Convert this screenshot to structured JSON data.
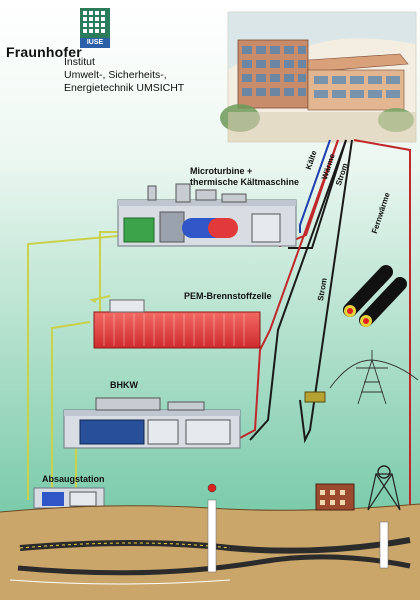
{
  "header": {
    "brand": "Fraunhofer",
    "institute_line1": "Institut",
    "institute_line2": "Umwelt-, Sicherheits-,",
    "institute_line3": "Energietechnik UMSICHT",
    "logo_text": "IUSE"
  },
  "components": {
    "microturbine_line1": "Microturbine +",
    "microturbine_line2": "thermische Kältmaschine",
    "fuelcell": "PEM-Brennstoffzelle",
    "bhkw": "BHKW",
    "absaug": "Absaugstation"
  },
  "lines": {
    "kaelte": "Kälte",
    "waerme": "Wärme",
    "strom_top": "Strom",
    "strom_mid": "Strom",
    "fernwaerme": "Fernwärme"
  },
  "colors": {
    "sky_top": "#ffffff",
    "sky_bottom": "#5fc09a",
    "gas_line": "#c9d24a",
    "kaelte_line": "#1f3fb0",
    "waerme_line": "#c0282c",
    "strom_line": "#1a1a1a",
    "fernwaerme_line": "#c0282c",
    "fuelcell_red": "#e8393b",
    "container_grey": "#d8dde4",
    "soil": "#caa66a",
    "coal": "#2b2b2b"
  }
}
